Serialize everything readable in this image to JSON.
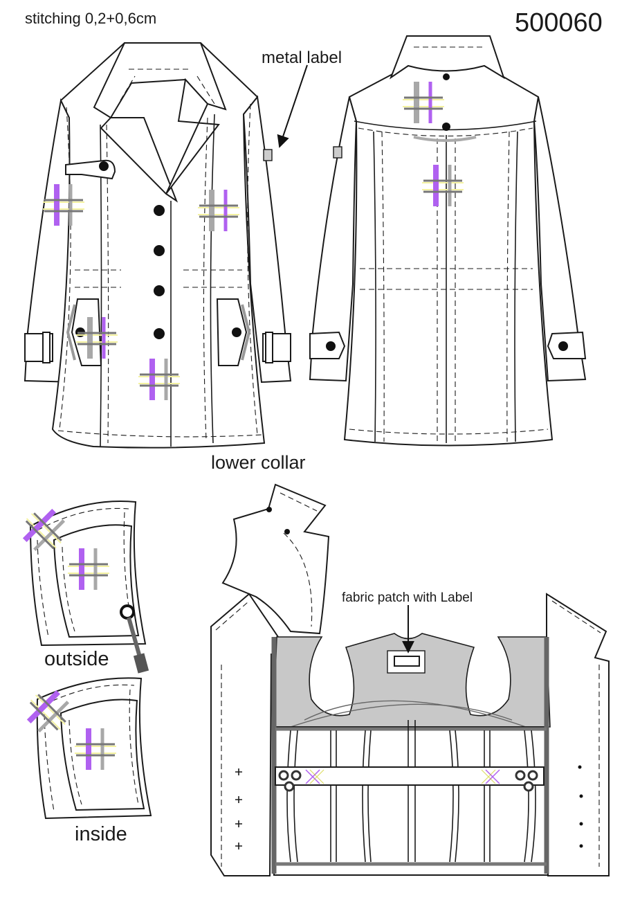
{
  "labels": {
    "stitching": "stitching 0,2+0,6cm",
    "code": "500060",
    "metal_label": "metal label",
    "lower_collar": "lower collar",
    "fabric_patch": "fabric patch with Label",
    "outside": "outside",
    "inside": "inside"
  },
  "colors": {
    "purple": "#b061f0",
    "gray_mark": "#a8a8a8",
    "dark_mark": "#777777",
    "yellow": "#f4f2a0",
    "lining_gray": "#c8c8c8",
    "line": "#1a1a1a"
  },
  "marks": [
    {
      "view": "front",
      "arrangement": "purple-gray",
      "angle": 0
    },
    {
      "view": "front",
      "arrangement": "gray-purple",
      "angle": 0
    },
    {
      "view": "front",
      "arrangement": "gray-purple",
      "angle": 0
    },
    {
      "view": "front",
      "arrangement": "purple-gray",
      "angle": 0
    },
    {
      "view": "back",
      "arrangement": "gray-purple",
      "angle": 0
    },
    {
      "view": "back",
      "arrangement": "purple-gray",
      "angle": 0
    },
    {
      "view": "collar-outside",
      "arrangement": "purple-gray",
      "angle": 0
    },
    {
      "view": "collar-outside",
      "arrangement": "purple-gray",
      "angle": 45
    },
    {
      "view": "collar-inside",
      "arrangement": "purple-gray",
      "angle": 0
    },
    {
      "view": "collar-inside",
      "arrangement": "purple-gray",
      "angle": 45
    }
  ]
}
